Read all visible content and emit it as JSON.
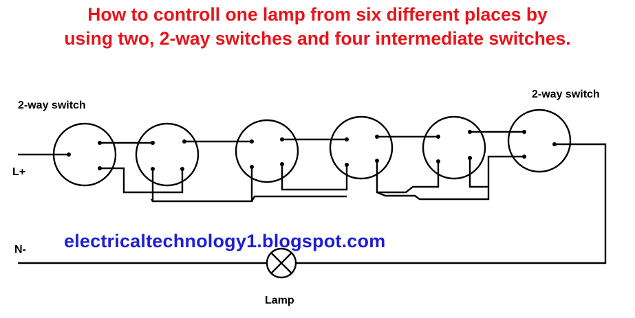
{
  "title": {
    "line1": "How to controll one lamp  from six different places by",
    "line2": "using two, 2-way switches and four intermediate switches."
  },
  "labels": {
    "left_switch": "2-way switch",
    "right_switch": "2-way switch",
    "live": "L+",
    "neutral": "N-",
    "lamp": "Lamp"
  },
  "watermark": "electricaltechnology1.blogspot.com",
  "colors": {
    "title": "#e8141b",
    "watermark": "#1d1dd6",
    "lines": "#000000"
  }
}
